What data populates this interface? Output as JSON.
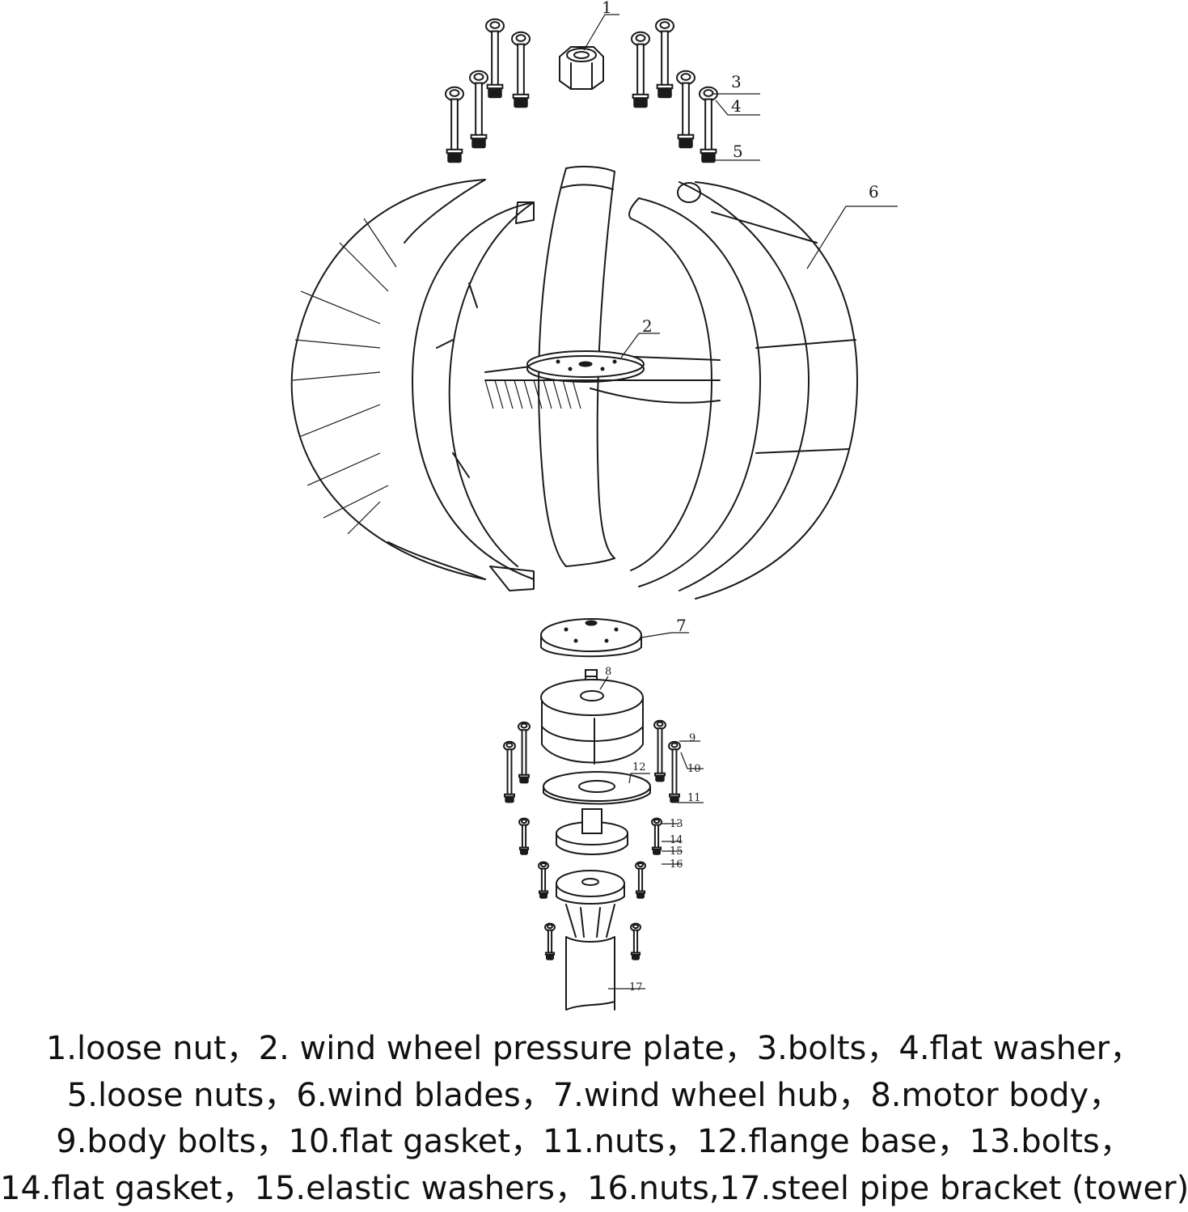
{
  "callouts": [
    "1",
    "2",
    "3",
    "4",
    "5",
    "6",
    "7",
    "8",
    "9",
    "10",
    "11",
    "12",
    "13",
    "14",
    "15",
    "16",
    "17"
  ],
  "legend": {
    "lines": [
      "1.loose nut，2. wind wheel pressure plate，3.bolts，4.flat washer，",
      "5.loose nuts，6.wind blades，7.wind wheel hub，8.motor body，",
      "9.body bolts，10.flat gasket，11.nuts，12.flange base，13.bolts，",
      "14.flat gasket，15.elastic washers，16.nuts,17.steel pipe bracket (tower)"
    ]
  },
  "colors": {
    "line": "#1a1a1a",
    "background": "#ffffff",
    "text": "#111111"
  }
}
